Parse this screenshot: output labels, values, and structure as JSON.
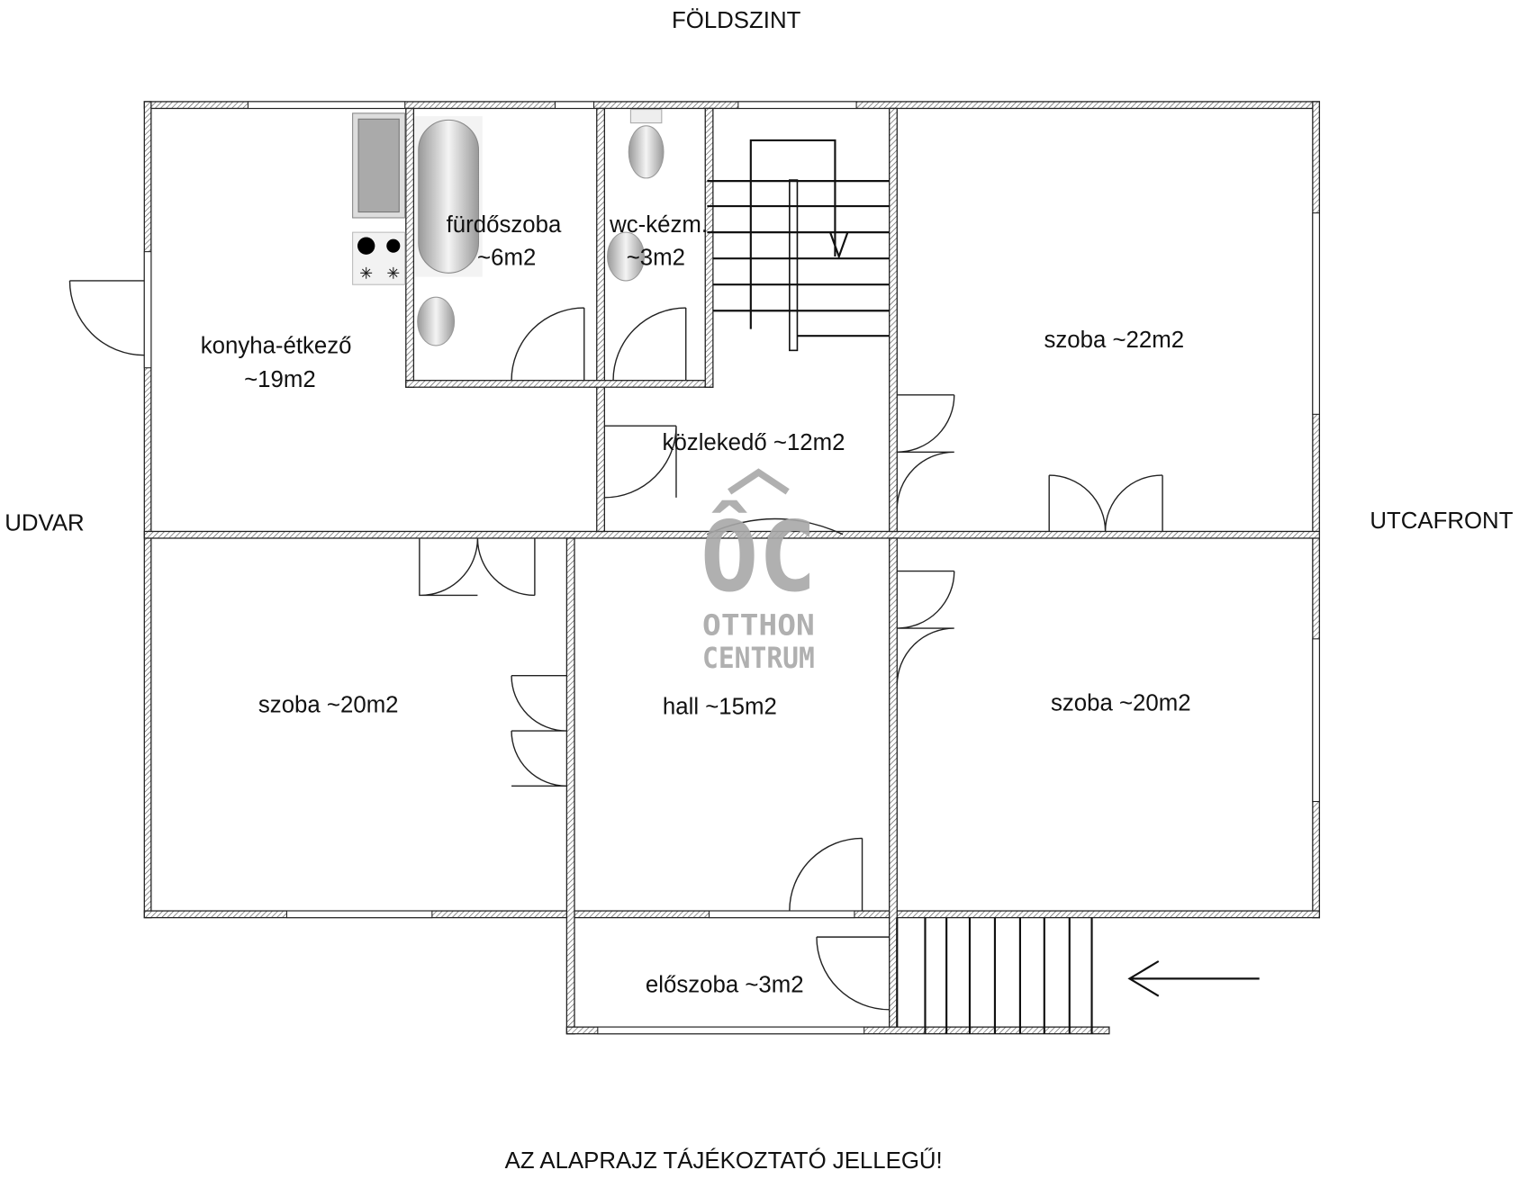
{
  "title": "FÖLDSZINT",
  "sides": {
    "left": "UDVAR",
    "right": "UTCAFRONT"
  },
  "rooms": [
    {
      "name": "konyha-étkező",
      "area": "~19m2"
    },
    {
      "name": "fürdőszoba",
      "area": "~6m2"
    },
    {
      "name": "wc-kézm.",
      "area": "~3m2"
    },
    {
      "label": "közlekedő ~12m2"
    },
    {
      "label": "szoba ~22m2"
    },
    {
      "label": "szoba ~20m2"
    },
    {
      "label": "hall ~15m2"
    },
    {
      "label": "szoba ~20m2"
    },
    {
      "label": "előszoba ~3m2"
    }
  ],
  "disclaimer": "AZ ALAPRAJZ TÁJÉKOZTATÓ JELLEGŰ!",
  "logo": {
    "mark": "ÔC",
    "line1": "OTTHON",
    "line2": "CENTRUM",
    "color": "#a8a8a8"
  },
  "icons": [
    "entrance-arrow-icon",
    "stove-icon",
    "bathtub-icon",
    "toilet-icon",
    "sink-icon",
    "fridge-icon"
  ]
}
